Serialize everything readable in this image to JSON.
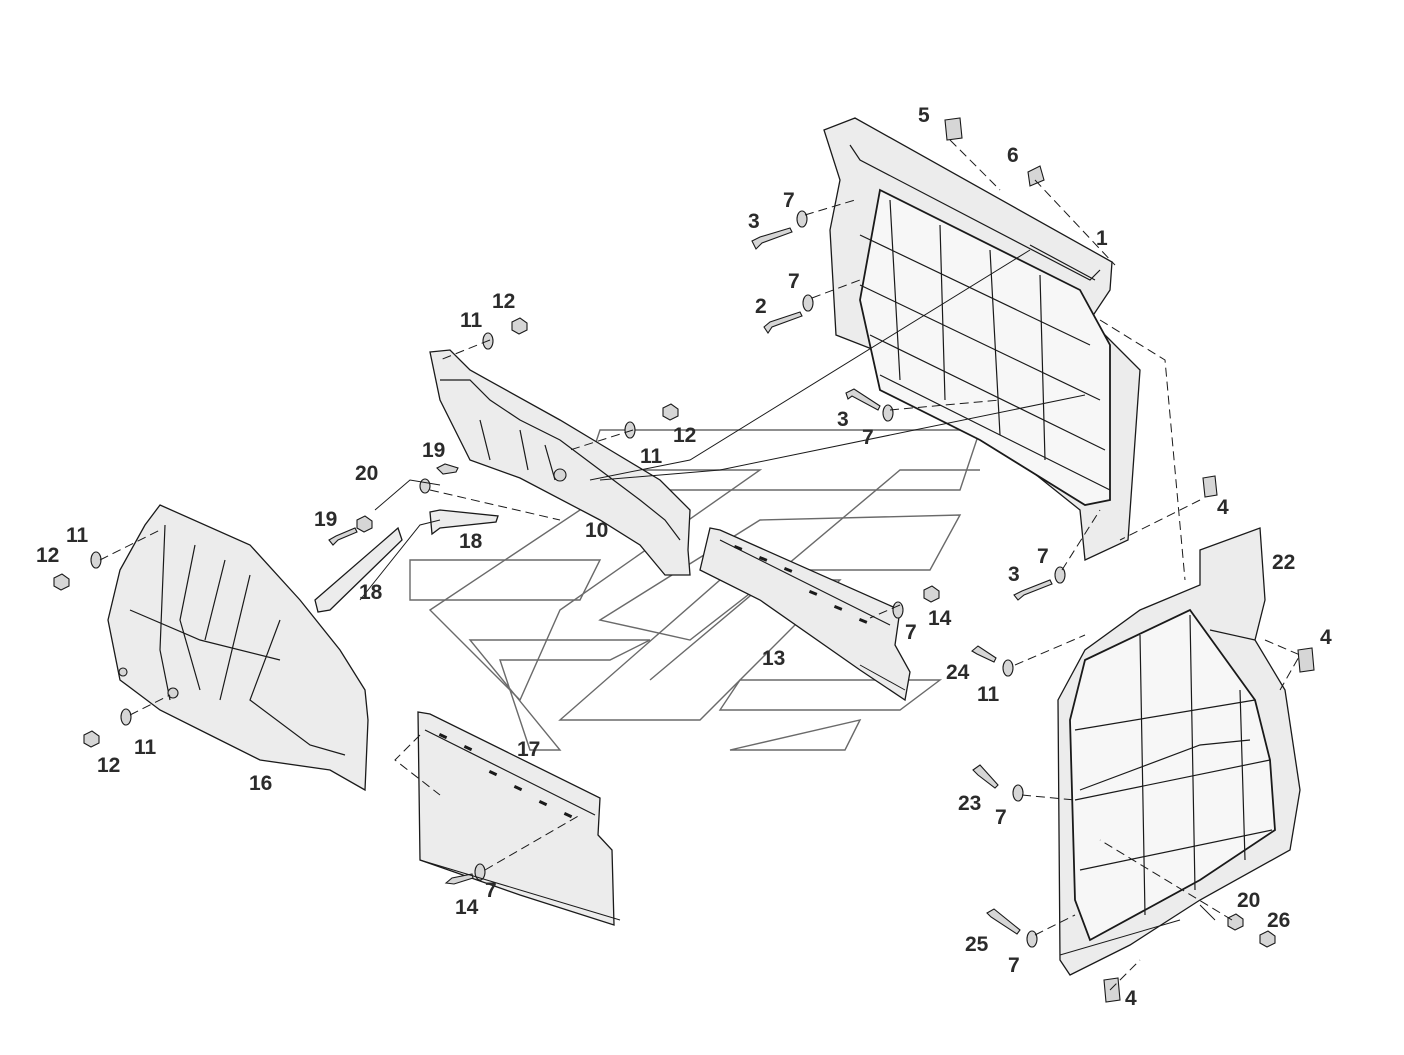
{
  "diagram": {
    "labels": [
      {
        "id": "L5",
        "text": "5"
      },
      {
        "id": "L6",
        "text": "6"
      },
      {
        "id": "L7a",
        "text": "7"
      },
      {
        "id": "L3a",
        "text": "3"
      },
      {
        "id": "L1",
        "text": "1"
      },
      {
        "id": "L7b",
        "text": "7"
      },
      {
        "id": "L2",
        "text": "2"
      },
      {
        "id": "L12a",
        "text": "12"
      },
      {
        "id": "L11a",
        "text": "11"
      },
      {
        "id": "L3b",
        "text": "3"
      },
      {
        "id": "L7c",
        "text": "7"
      },
      {
        "id": "L12b",
        "text": "12"
      },
      {
        "id": "L11b",
        "text": "11"
      },
      {
        "id": "L19a",
        "text": "19"
      },
      {
        "id": "L20a",
        "text": "20"
      },
      {
        "id": "L19b",
        "text": "19"
      },
      {
        "id": "L18a",
        "text": "18"
      },
      {
        "id": "L10",
        "text": "10"
      },
      {
        "id": "L18b",
        "text": "18"
      },
      {
        "id": "L4a",
        "text": "4"
      },
      {
        "id": "L22",
        "text": "22"
      },
      {
        "id": "L7d",
        "text": "7"
      },
      {
        "id": "L3c",
        "text": "3"
      },
      {
        "id": "L11c",
        "text": "11"
      },
      {
        "id": "L12c",
        "text": "12"
      },
      {
        "id": "L14a",
        "text": "14"
      },
      {
        "id": "L7e",
        "text": "7"
      },
      {
        "id": "L13",
        "text": "13"
      },
      {
        "id": "L4b",
        "text": "4"
      },
      {
        "id": "L24",
        "text": "24"
      },
      {
        "id": "L11d",
        "text": "11"
      },
      {
        "id": "L12d",
        "text": "12"
      },
      {
        "id": "L11e",
        "text": "11"
      },
      {
        "id": "L16",
        "text": "16"
      },
      {
        "id": "L17",
        "text": "17"
      },
      {
        "id": "L23",
        "text": "23"
      },
      {
        "id": "L7f",
        "text": "7"
      },
      {
        "id": "L20b",
        "text": "20"
      },
      {
        "id": "L26",
        "text": "26"
      },
      {
        "id": "L14b",
        "text": "14"
      },
      {
        "id": "L7g",
        "text": "7"
      },
      {
        "id": "L25",
        "text": "25"
      },
      {
        "id": "L7h",
        "text": "7"
      },
      {
        "id": "L4c",
        "text": "4"
      }
    ]
  }
}
